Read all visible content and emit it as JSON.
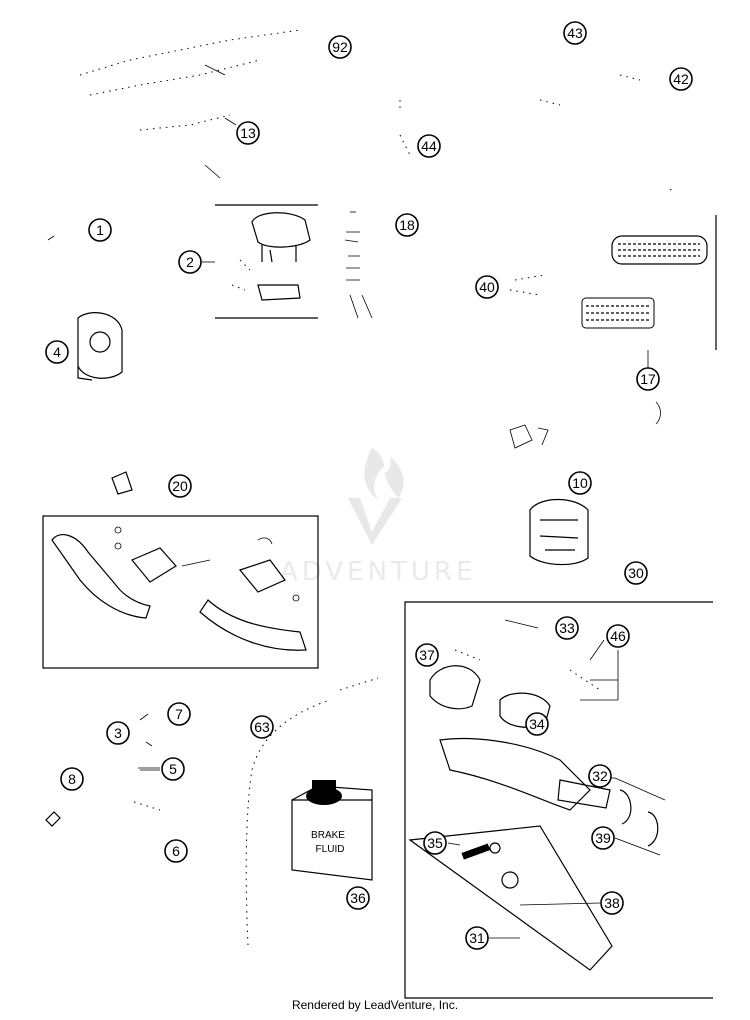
{
  "diagram": {
    "callouts": [
      "92",
      "43",
      "42",
      "13",
      "44",
      "1",
      "2",
      "18",
      "40",
      "17",
      "4",
      "20",
      "10",
      "30",
      "33",
      "46",
      "37",
      "34",
      "7",
      "3",
      "5",
      "8",
      "6",
      "63",
      "32",
      "39",
      "35",
      "38",
      "36",
      "31"
    ],
    "bottle_label_line1": "BRAKE",
    "bottle_label_line2": "FLUID",
    "watermark": "ADVENTURE",
    "credit": "Rendered by LeadVenture, Inc."
  }
}
